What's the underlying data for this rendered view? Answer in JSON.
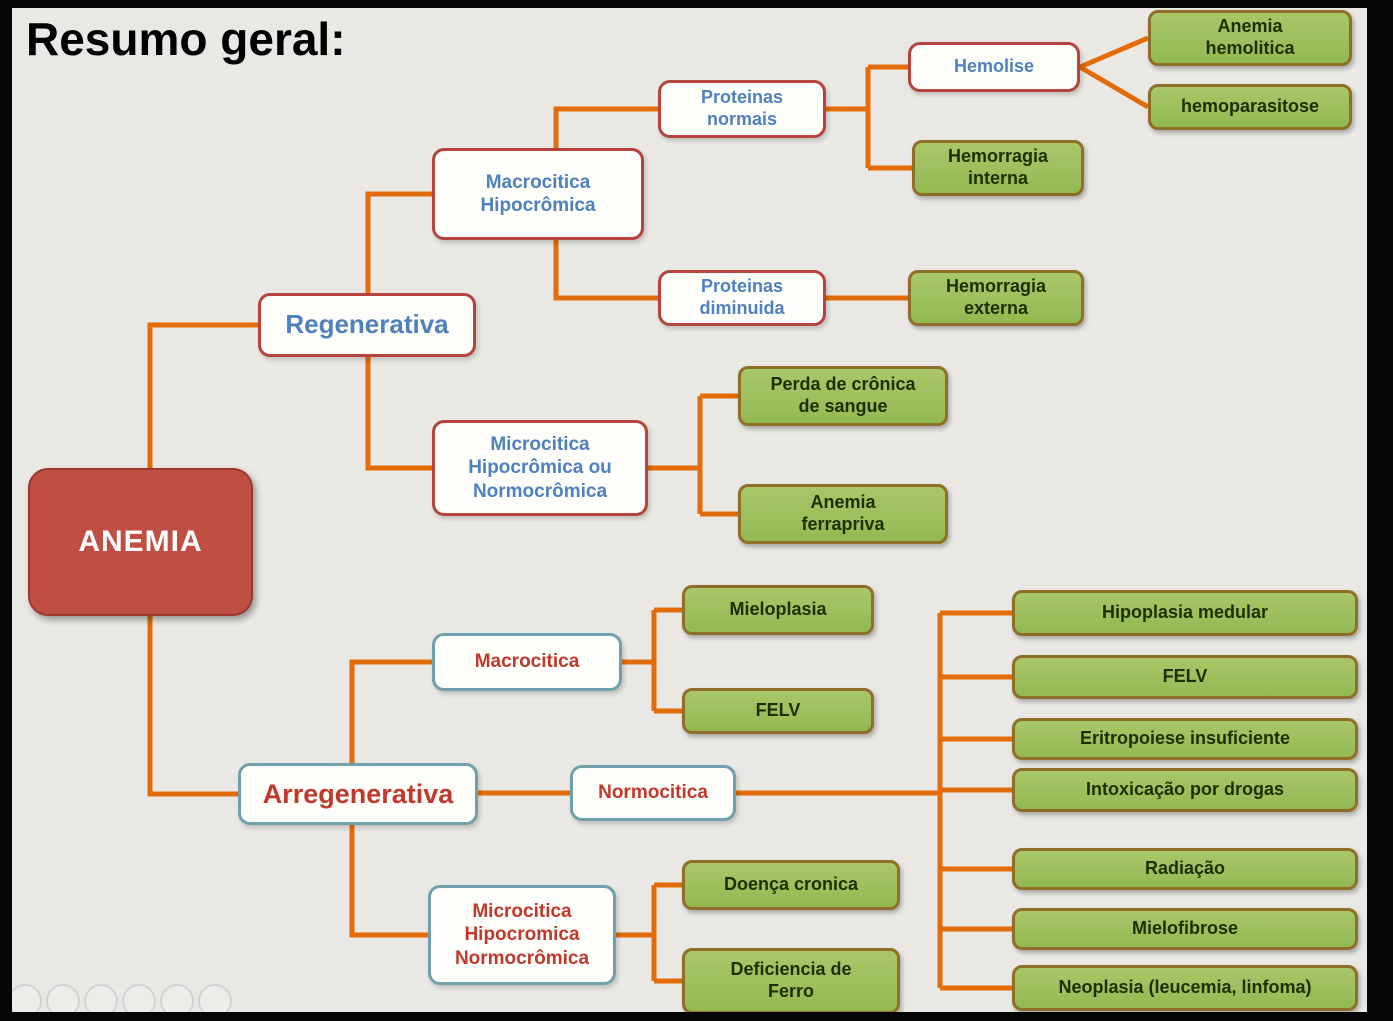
{
  "title": "Resumo geral:",
  "colors": {
    "background": "#e9e8e4",
    "frame": "#050505",
    "connector": "#e36c09",
    "root_bg": "#bf4e43",
    "root_text": "#ffffff",
    "box_bg": "#fdfdfa",
    "green_bg": "#93b952",
    "green_border": "#8f6e2a",
    "green_text": "#1d3000",
    "reg_border": "#b5443c",
    "reg_text": "#4f81bd",
    "arr_border": "#71a0ad",
    "arr_text": "#c0392b"
  },
  "root_label": "ANEMIA",
  "reg": {
    "regenerativa": "Regenerativa",
    "macrocitica_hipocromica": "Macrocitica\nHipocrômica",
    "proteinas_normais": "Proteinas\nnormais",
    "hemolise": "Hemolise",
    "anemia_hemolitica": "Anemia\nhemolitica",
    "hemoparasitose": "hemoparasitose",
    "hemorragia_interna": "Hemorragia\ninterna",
    "proteinas_diminuida": "Proteinas\ndiminuida",
    "hemorragia_externa": "Hemorragia\nexterna",
    "microcitica_group": "Microcitica\nHipocrômica ou\nNormocrômica",
    "perda_cronica": "Perda de crônica\nde sangue",
    "anemia_ferrapriva": "Anemia\nferrapriva"
  },
  "arr": {
    "arregenerativa": "Arregenerativa",
    "macrocitica": "Macrocitica",
    "mieloplasia": "Mieloplasia",
    "felv": "FELV",
    "normocitica": "Normocitica",
    "normocitica_children": [
      "Hipoplasia medular",
      "FELV",
      "Eritropoiese insuficiente",
      "Intoxicação por drogas",
      "Radiação",
      "Mielofibrose",
      "Neoplasia (leucemia, linfoma)"
    ],
    "microcitica_group": "Microcitica\nHipocromica\nNormocrômica",
    "doenca_cronica": "Doença cronica",
    "deficiencia_ferro": "Deficiencia de\nFerro"
  }
}
